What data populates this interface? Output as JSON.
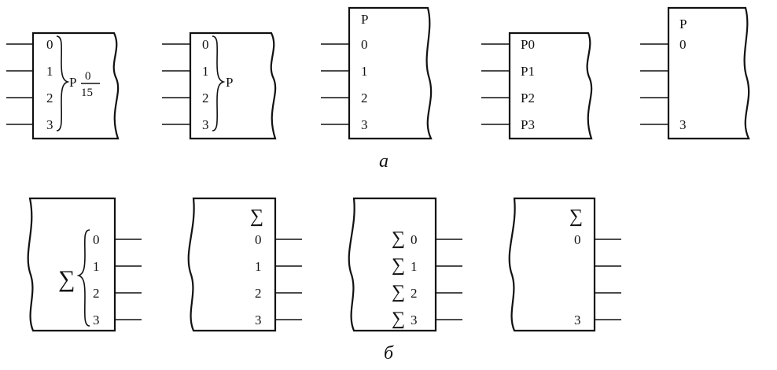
{
  "row_a": {
    "caption": "а",
    "block1": {
      "bits": [
        "0",
        "1",
        "2",
        "3"
      ],
      "label": "P",
      "frac_top": "0",
      "frac_bottom": "15"
    },
    "block2": {
      "bits": [
        "0",
        "1",
        "2",
        "3"
      ],
      "label": "P"
    },
    "block3": {
      "header": "P",
      "bits": [
        "0",
        "1",
        "2",
        "3"
      ]
    },
    "block4": {
      "bits": [
        "P0",
        "P1",
        "P2",
        "P3"
      ]
    },
    "block5": {
      "header": "P",
      "first": "0",
      "last": "3"
    }
  },
  "row_b": {
    "caption": "б",
    "block1": {
      "sigma": "∑",
      "bits": [
        "0",
        "1",
        "2",
        "3"
      ]
    },
    "block2": {
      "sigma": "∑",
      "bits": [
        "0",
        "1",
        "2",
        "3"
      ]
    },
    "block3": {
      "sigma": "∑",
      "bits": [
        "0",
        "1",
        "2",
        "3"
      ]
    },
    "block4": {
      "sigma": "∑",
      "first": "0",
      "last": "3"
    }
  }
}
